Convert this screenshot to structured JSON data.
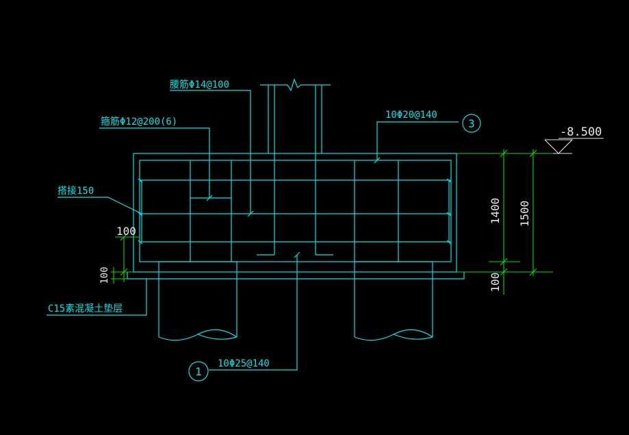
{
  "annotations": {
    "waist_rebar": "腰筋Φ14@100",
    "stirrup": "箍筋Φ12@200(6)",
    "lap": "搭接150",
    "top_rebar": "10Φ20@140",
    "bottom_rebar": "10Φ25@140",
    "cushion": "C15素混凝土垫层"
  },
  "markers": {
    "top": "3",
    "bottom": "1"
  },
  "dimensions": {
    "elevation": "-8.500",
    "d1400": "1400",
    "d1500": "1500",
    "d100_right": "100",
    "d100_top_left": "100",
    "d100_left": "100"
  },
  "colors": {
    "drawing": "#00e5e5",
    "dimension": "#00e000",
    "elevation": "#e8e8e8",
    "background": "#000000"
  }
}
